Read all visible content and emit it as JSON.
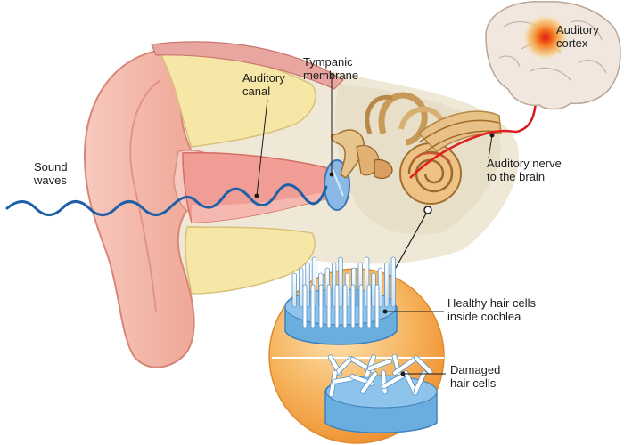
{
  "labels": {
    "sound_waves": "Sound\nwaves",
    "auditory_canal": "Auditory\ncanal",
    "tympanic_membrane": "Tympanic\nmembrane",
    "auditory_cortex": "Auditory\ncortex",
    "auditory_nerve": "Auditory nerve\nto the brain",
    "healthy_hair_cells": "Healthy hair cells\ninside cochlea",
    "damaged_hair_cells": "Damaged\nhair cells"
  },
  "colors": {
    "wave": "#1f5fa8",
    "skin": "#f2b3a6",
    "skin_dark": "#e58d7f",
    "bone": "#efe6d2",
    "cartilage": "#f6e7a8",
    "canal": "#f0a49a",
    "cochlea": "#e4b27a",
    "brain": "#efe6dd",
    "cortex_glow": "#f38a2a",
    "nerve_red": "#e02020",
    "hair_cell_blue": "#6aaee0",
    "inset_orange": "#f3a24a"
  },
  "icons": [
    "sound-wave",
    "outer-ear",
    "ear-canal",
    "eardrum",
    "ossicles",
    "cochlea",
    "auditory-nerve",
    "brain",
    "healthy-hair-cells",
    "damaged-hair-cells"
  ]
}
